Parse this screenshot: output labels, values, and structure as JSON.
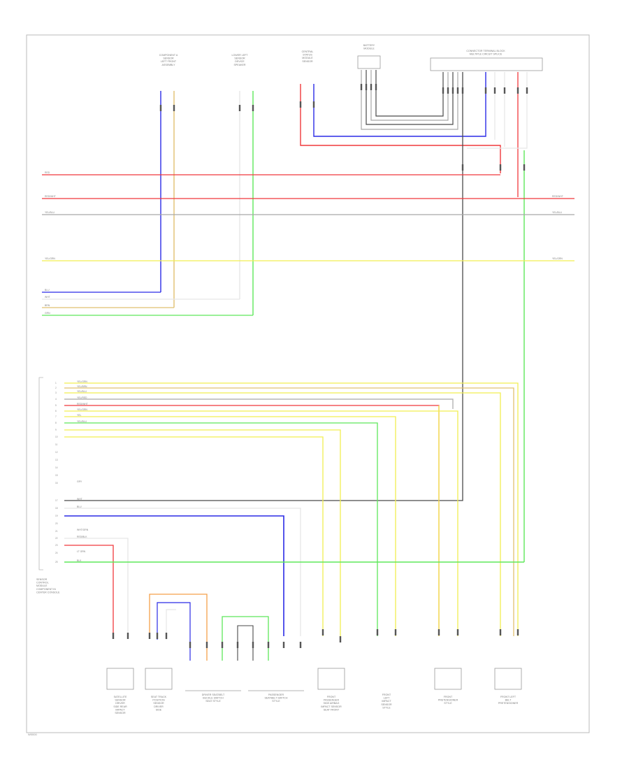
{
  "colors": {
    "red": "#f0383c",
    "blue": "#2a2ae6",
    "yellow": "#f2ef52",
    "lightyellow": "#f2ee9a",
    "green": "#5ee85a",
    "gray": "#a8a8a8",
    "darkgray": "#4a4a4a",
    "orange": "#f5a04a",
    "tan": "#e0c070",
    "white": "#e6e6e6"
  },
  "top_components": [
    {
      "id": "tc1",
      "label": "COMPONENT A\nSENSOR\nLEFT FRONT\nASSEMBLY"
    },
    {
      "id": "tc2",
      "label": "LOWER LEFT\nSENSOR\nDEVICE\nSPEAKER"
    },
    {
      "id": "tc3",
      "label": "CENTRAL\nSTATUS\nMODULE\nSENSOR"
    },
    {
      "id": "tc4",
      "label": "BATTERY\nMODULE"
    },
    {
      "id": "tc5",
      "label": "CONNECTOR TERMINAL BLOCK\nMULTIPLE CIRCUIT SPLICE"
    }
  ],
  "bus_wires": [
    {
      "id": "bw1",
      "label_left": "RED",
      "label_right": ""
    },
    {
      "id": "bw2",
      "label_left": "RED/WHT",
      "label_right": "RED/WHT"
    },
    {
      "id": "bw3",
      "label_left": "YEL/BLU",
      "label_right": "YEL/BLU"
    },
    {
      "id": "bw4",
      "label_left": "YEL/GRN",
      "label_right": "YEL/GRN"
    },
    {
      "id": "bw5",
      "label_left": "BLU",
      "label_right": ""
    },
    {
      "id": "bw6",
      "label_left": "WHT",
      "label_right": ""
    },
    {
      "id": "bw7",
      "label_left": "BRN",
      "label_right": ""
    },
    {
      "id": "bw8",
      "label_left": "GRN",
      "label_right": ""
    }
  ],
  "connector": {
    "label": "SENSOR\nCONTROL\nMODULE\nCOMPONENT IN\nCENTER CONSOLE",
    "pins": [
      {
        "pin": "1",
        "wire": "YEL/GRN"
      },
      {
        "pin": "2",
        "wire": "YEL/BRN"
      },
      {
        "pin": "3",
        "wire": "YEL/BLU"
      },
      {
        "pin": "4",
        "wire": "YEL/RED"
      },
      {
        "pin": "5",
        "wire": "RED/WHT"
      },
      {
        "pin": "6",
        "wire": "YEL/GRN"
      },
      {
        "pin": "7",
        "wire": "YEL"
      },
      {
        "pin": "8",
        "wire": "YEL/BLU"
      },
      {
        "pin": "9",
        "wire": ""
      },
      {
        "pin": "10",
        "wire": ""
      },
      {
        "pin": "11",
        "wire": ""
      },
      {
        "pin": "12",
        "wire": ""
      },
      {
        "pin": "13",
        "wire": ""
      },
      {
        "pin": "14",
        "wire": ""
      },
      {
        "pin": "15",
        "wire": ""
      },
      {
        "pin": "16",
        "wire": "GRY"
      },
      {
        "pin": "17",
        "wire": "WHT"
      },
      {
        "pin": "18",
        "wire": "BLU"
      },
      {
        "pin": "19",
        "wire": ""
      },
      {
        "pin": "20",
        "wire": ""
      },
      {
        "pin": "21",
        "wire": "WHT/GRN"
      },
      {
        "pin": "22",
        "wire": "RED/BLK"
      },
      {
        "pin": "23",
        "wire": ""
      },
      {
        "pin": "24",
        "wire": "LT GRN"
      },
      {
        "pin": "25",
        "wire": "BLK"
      }
    ]
  },
  "bottom_components": [
    {
      "id": "bc1",
      "label": "SATELLITE\nSENSOR\nDRIVER\nSIDE REAR\nIMPACT\nSENSOR"
    },
    {
      "id": "bc2",
      "label": "SEAT TRACK\nPOSITION\nSENSOR\nDRIVER\nSIDE"
    },
    {
      "id": "bc3",
      "label": "DRIVER SEATBELT\nBUCKLE SWITCH\nSEAT STYLE"
    },
    {
      "id": "bc4",
      "label": "PASSENGER\nSEATBELT SWITCH\nSTYLE"
    },
    {
      "id": "bc5",
      "label": "FRONT\nPASSENGER\nSIDE AIRBAG\nIMPACT SENSOR\nSEAT FRONT"
    },
    {
      "id": "bc6",
      "label": "FRONT\nLEFT\nIMPACT\nSENSOR\nSTYLE"
    },
    {
      "id": "bc7",
      "label": "FRONT\nPRETENSIONER\nSTYLE"
    },
    {
      "id": "bc8",
      "label": "FRONT LEFT\nBELT\nPRETENSIONER"
    }
  ],
  "footer": {
    "code": "W0000"
  }
}
